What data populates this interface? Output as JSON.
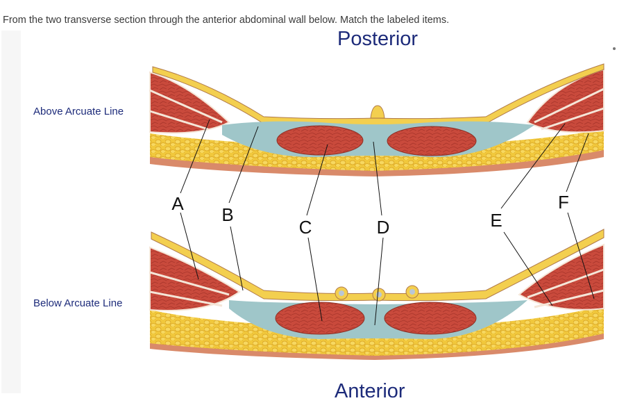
{
  "question": {
    "prompt": "From the two transverse section through the anterior abdominal wall below. Match the labeled items."
  },
  "figure": {
    "posterior_label": "Posterior",
    "anterior_label": "Anterior",
    "above_label": "Above Arcuate Line",
    "below_label": "Below Arcuate Line",
    "letters": [
      "A",
      "B",
      "C",
      "D",
      "E",
      "F"
    ]
  },
  "colors": {
    "muscle": "#c9493c",
    "fascia": "#9fc6c9",
    "fat": "#eec23a",
    "skin": "#d98a6a",
    "label_text": "#1d2b7a"
  }
}
